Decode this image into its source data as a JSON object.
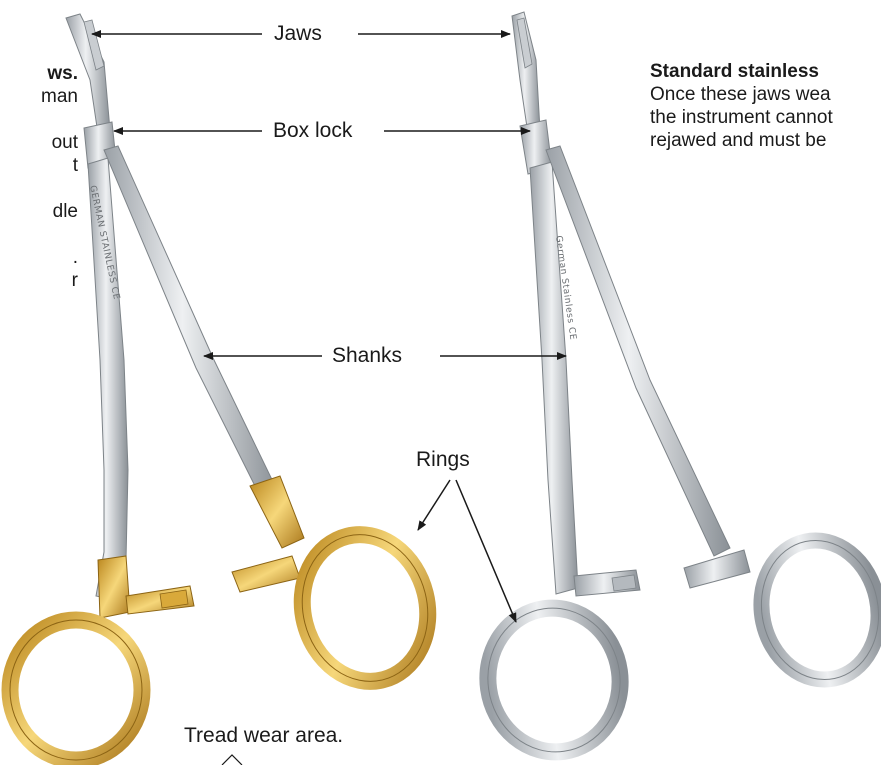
{
  "labels": {
    "jaws": "Jaws",
    "box_lock": "Box lock",
    "shanks": "Shanks",
    "rings": "Rings",
    "tread_wear": "Tread wear area."
  },
  "left_note": {
    "heading_fragment": "ws.",
    "lines": [
      "man",
      "",
      "out",
      "t",
      "",
      "dle",
      "",
      ".",
      "r"
    ]
  },
  "right_note": {
    "heading": "Standard stainless",
    "lines": [
      "Once these jaws wea",
      "the instrument cannot",
      "rejawed and must be"
    ]
  },
  "engravings": {
    "gold_instrument": "GERMAN STAINLESS CE",
    "steel_instrument": "German Stainless CE"
  },
  "colors": {
    "steel_light": "#e4e7ea",
    "steel_dark": "#8e949a",
    "gold_light": "#f3cf6a",
    "gold_dark": "#b9851c",
    "leader_line": "#1a1a1a"
  }
}
